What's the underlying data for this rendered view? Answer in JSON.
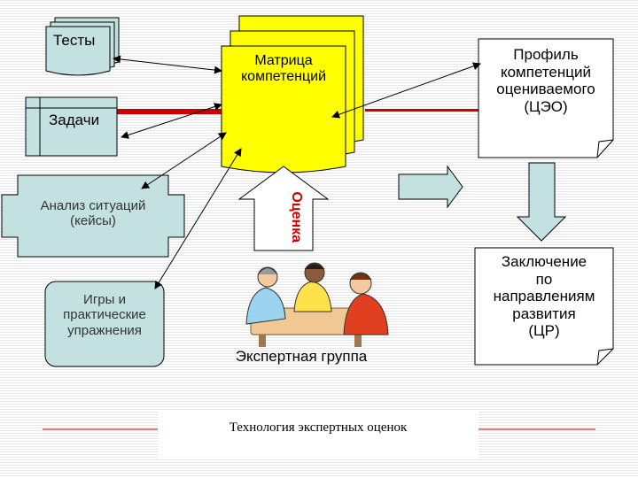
{
  "nodes": {
    "tests": "Тесты",
    "tasks": "Задачи",
    "cases": [
      "Анализ ситуаций",
      "(кейсы)"
    ],
    "games": [
      "Игры и",
      "практические",
      "упражнения"
    ],
    "matrix": [
      "Матрица",
      "компетенций"
    ],
    "profile": [
      "Профиль",
      "компетенций",
      "оцениваемого",
      "(ЦЭО)"
    ],
    "conclusion": [
      "Заключение",
      "по",
      "направлениям",
      "развития",
      "(ЦР)"
    ],
    "assessment": "Оценка",
    "expert_group": "Экспертная группа"
  },
  "caption": "Технология экспертных оценок",
  "colors": {
    "teal": "#c4e1e1",
    "yellow": "#ffff00",
    "red_line": "#cc0000"
  }
}
